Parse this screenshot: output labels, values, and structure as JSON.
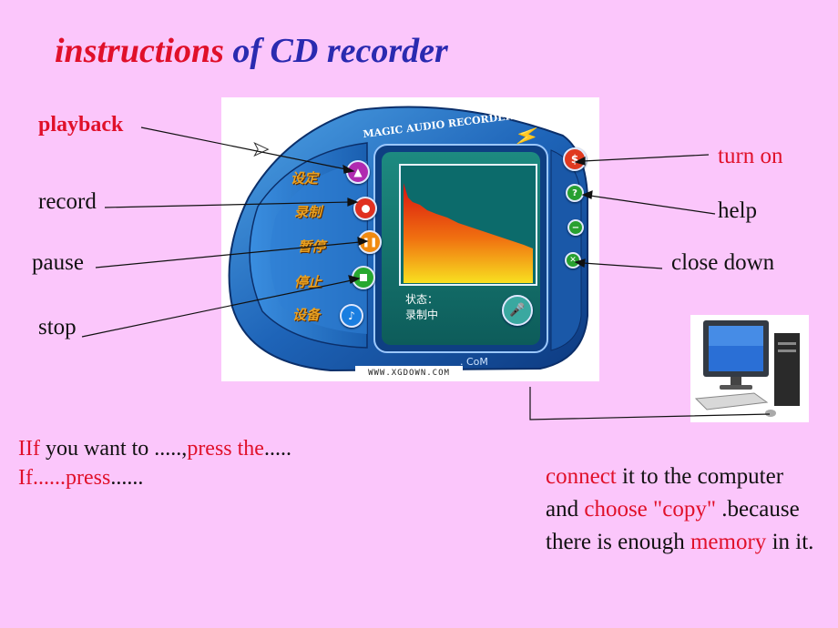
{
  "title": {
    "part1": "instructions",
    "part2": " of CD recorder"
  },
  "labels": {
    "playback": "playback",
    "record": "record",
    "pause": "pause",
    "stop": "stop",
    "turn_on": "turn on",
    "help": "help",
    "close_down": "close down"
  },
  "recorder": {
    "brand": "MAGIC AUDIO RECORDER",
    "side_labels": [
      "设定",
      "录制",
      "暂停",
      "停止",
      "设备"
    ],
    "status_label": "状态：",
    "status_value": "录制中",
    "footer": ". CoM",
    "watermark": "WWW.XGDOWN.COM",
    "power_symbol": "$",
    "help_symbol": "?"
  },
  "instructions": {
    "line1_a": "IIf",
    "line1_b": " you want to .....,",
    "line1_c": "press the",
    "line1_d": ".....",
    "line2_a": "If......",
    "line2_b": "press",
    "line2_c": "......"
  },
  "note": {
    "w1": "connect",
    "w2": " it to the computer and ",
    "w3": "choose",
    "w4": " \"copy\"",
    "w5": " .because there is enough ",
    "w6": "memory",
    "w7": " in it."
  },
  "colors": {
    "background": "#fbc6fb",
    "accent_red": "#e0102a",
    "title_blue": "#2a2ab0"
  }
}
